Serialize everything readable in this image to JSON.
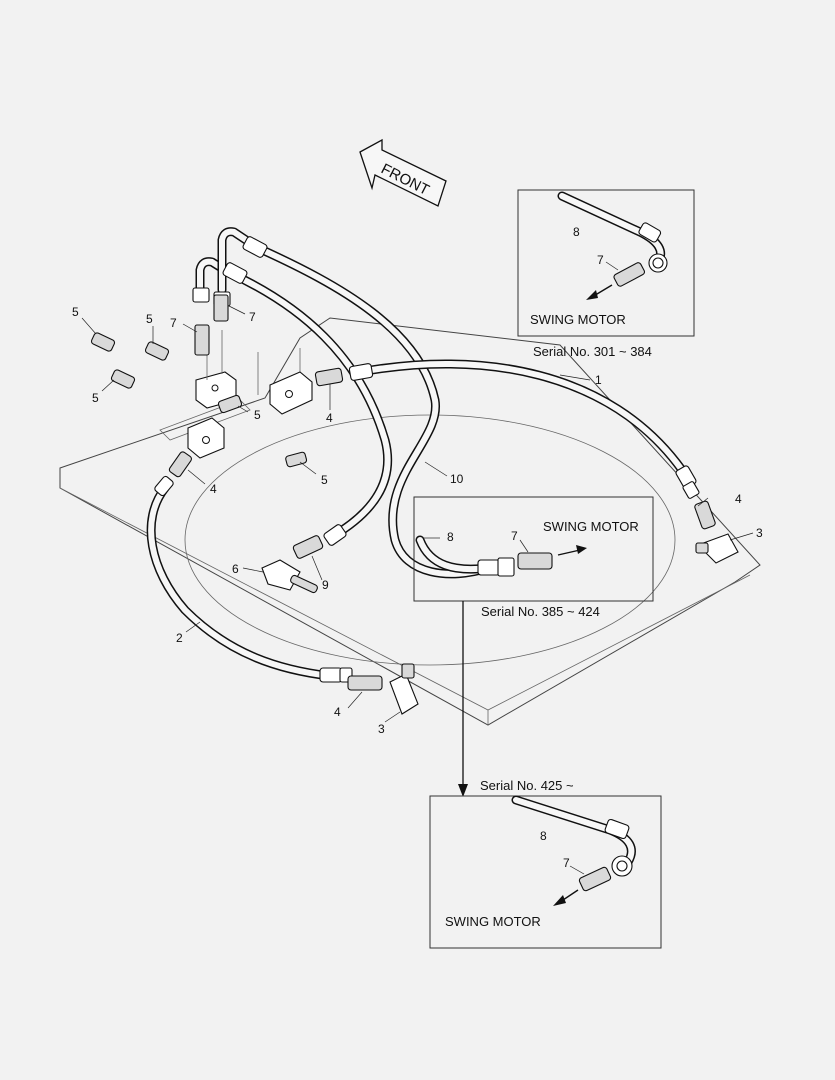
{
  "title": "",
  "front_label": "FRONT",
  "callouts": {
    "c1": "1",
    "c2": "2",
    "c3a": "3",
    "c3b": "3",
    "c4a": "4",
    "c4b": "4",
    "c4c": "4",
    "c4d": "4",
    "c5a": "5",
    "c5b": "5",
    "c5c": "5",
    "c5d": "5",
    "c5e": "5",
    "c6": "6",
    "c7a": "7",
    "c7b": "7",
    "c9": "9",
    "c10": "10"
  },
  "inset_top": {
    "part8": "8",
    "part7": "7",
    "destination": "SWING MOTOR",
    "serial": "Serial No. 301 ~ 384"
  },
  "inset_mid": {
    "part8": "8",
    "part7": "7",
    "destination": "SWING MOTOR",
    "serial": "Serial No. 385 ~ 424"
  },
  "inset_bottom": {
    "part8": "8",
    "part7": "7",
    "destination": "SWING MOTOR",
    "serial": "Serial No. 425 ~"
  }
}
